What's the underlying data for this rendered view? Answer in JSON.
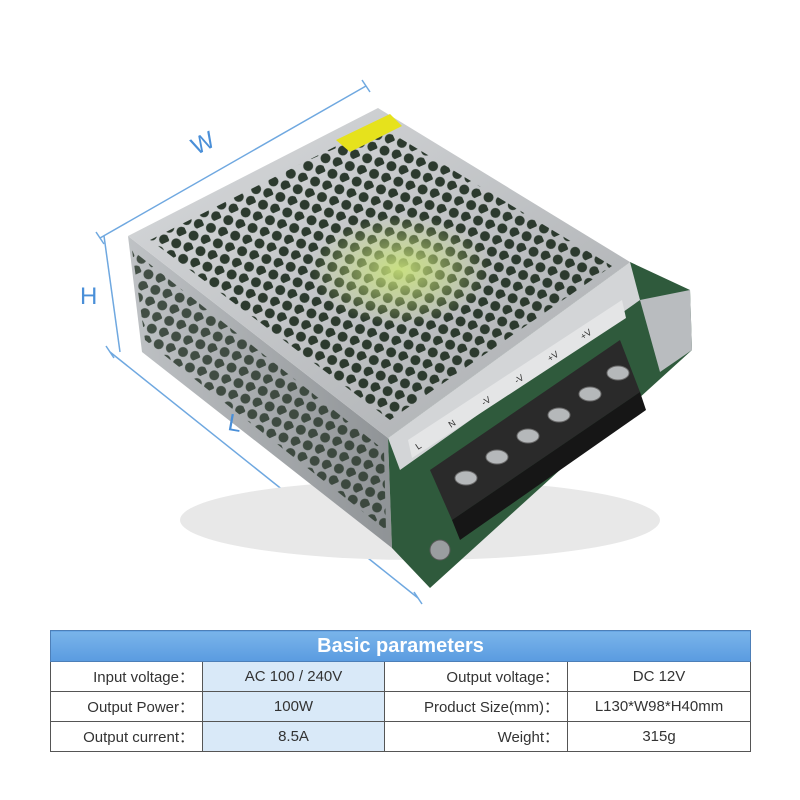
{
  "photo": {
    "dimension_labels": {
      "width": "W",
      "height": "H",
      "length": "L"
    },
    "terminal_labels": [
      "L",
      "N",
      "-V",
      "-V",
      "+V",
      "+V"
    ],
    "colors": {
      "dimension_lines": "#4a8fd8",
      "case": "#c4c6c8",
      "pcb": "#2f5a3c",
      "terminal_block": "#2a2a2a",
      "sticker": "#e6e21c"
    }
  },
  "parameters": {
    "title": "Basic parameters",
    "rows": [
      {
        "label1": "Input voltage：",
        "value1": "AC 100 / 240V",
        "label2": "Output voltage：",
        "value2": "DC 12V"
      },
      {
        "label1": "Output Power：",
        "value1": "100W",
        "label2": "Product Size(mm)：",
        "value2": "L130*W98*H40mm"
      },
      {
        "label1": "Output current：",
        "value1": "8.5A",
        "label2": "Weight：",
        "value2": "315g"
      }
    ],
    "colors": {
      "header": "#5a9be0",
      "value_cell": "#d9e9f8",
      "border": "#555555"
    }
  }
}
